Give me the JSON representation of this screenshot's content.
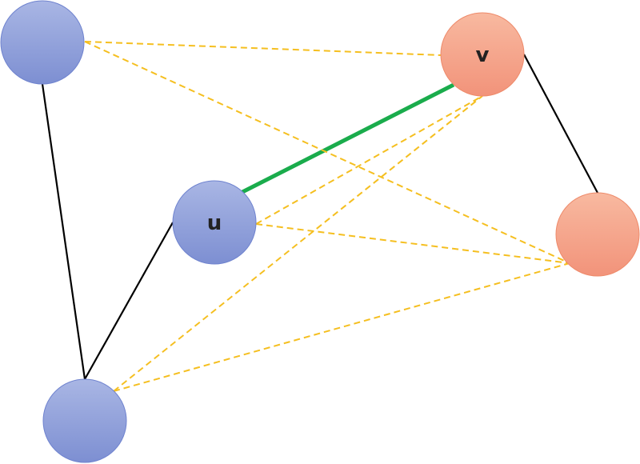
{
  "colors": {
    "blue_node_light": "#a9b6e4",
    "blue_node_dark": "#7d8fd2",
    "blue_node_stroke": "#6f83cf",
    "orange_node_light": "#f8b9a0",
    "orange_node_dark": "#f2937a",
    "orange_node_stroke": "#ee8a6a",
    "solid_edge": "#000000",
    "matched_edge": "#1aac4c",
    "dashed_edge": "#f5bf20"
  },
  "nodes": [
    {
      "id": "top-left",
      "label": "",
      "group": "blue"
    },
    {
      "id": "u",
      "label": "u",
      "group": "blue"
    },
    {
      "id": "bottom-left",
      "label": "",
      "group": "blue"
    },
    {
      "id": "v",
      "label": "v",
      "group": "orange"
    },
    {
      "id": "right",
      "label": "",
      "group": "orange"
    }
  ],
  "edges": [
    {
      "from": "top-left",
      "to": "bottom-left",
      "style": "solid"
    },
    {
      "from": "u",
      "to": "bottom-left",
      "style": "solid"
    },
    {
      "from": "v",
      "to": "right",
      "style": "solid"
    },
    {
      "from": "u",
      "to": "v",
      "style": "matched"
    },
    {
      "from": "top-left",
      "to": "v",
      "style": "dashed"
    },
    {
      "from": "top-left",
      "to": "right",
      "style": "dashed"
    },
    {
      "from": "u",
      "to": "v",
      "style": "dashed"
    },
    {
      "from": "u",
      "to": "right",
      "style": "dashed"
    },
    {
      "from": "bottom-left",
      "to": "v",
      "style": "dashed"
    },
    {
      "from": "bottom-left",
      "to": "right",
      "style": "dashed"
    }
  ]
}
